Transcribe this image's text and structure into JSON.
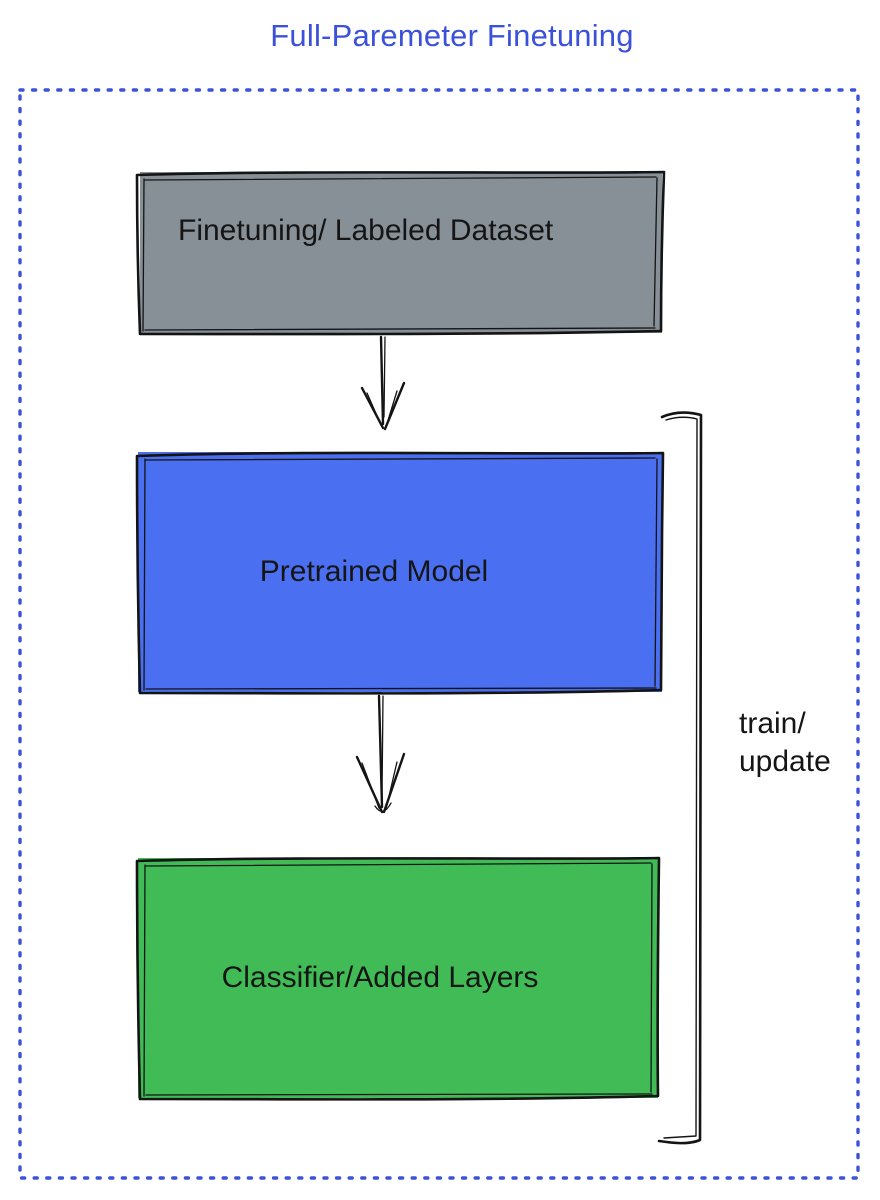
{
  "title": {
    "text": "Full-Paremeter Finetuning",
    "color": "#3b51d9"
  },
  "frame": {
    "border_color": "#3c52d9"
  },
  "ink": "#151515",
  "stroke_color": "#141414",
  "boxes": [
    {
      "label": "Finetuning/ Labeled Dataset",
      "fill": "#878f97"
    },
    {
      "label": "Pretrained Model",
      "fill": "#4a6ff0"
    },
    {
      "label": "Classifier/Added Layers",
      "fill": "#41bb55"
    }
  ],
  "bracket": {
    "label": "train/\nupdate"
  }
}
